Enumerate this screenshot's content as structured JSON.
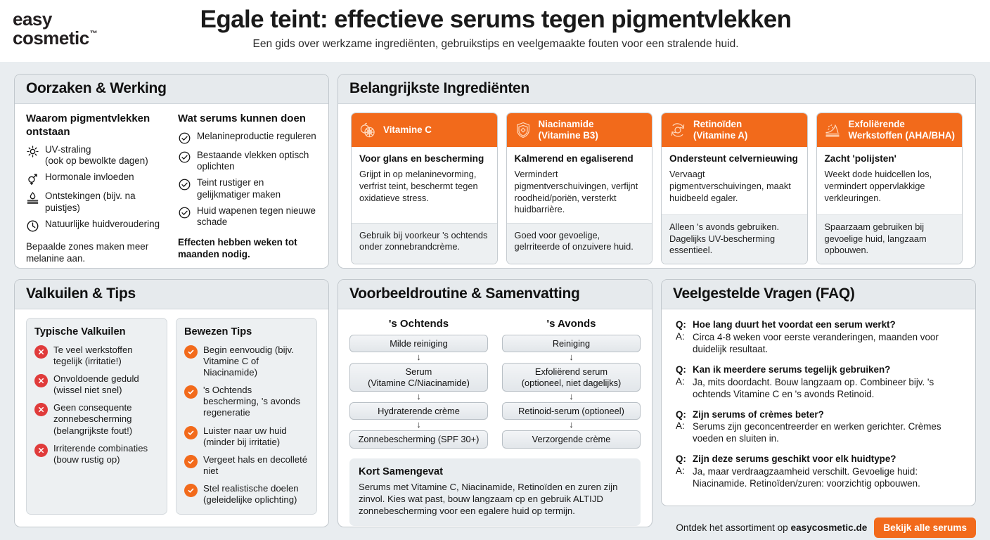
{
  "brand": {
    "line1": "easy",
    "line2": "cosmetic",
    "tm": "™"
  },
  "header": {
    "title": "Egale teint: effectieve serums tegen pigmentvlekken",
    "subtitle": "Een gids over werkzame ingrediënten, gebruikstips en veelgemaakte fouten voor een stralende huid."
  },
  "colors": {
    "accent": "#f26a1b",
    "danger": "#e03b3b",
    "page_bg": "#e9edf0",
    "panel_head": "#e6eaed"
  },
  "causes": {
    "title": "Oorzaken & Werking",
    "left": {
      "heading": "Waarom pigmentvlekken ontstaan",
      "items": [
        {
          "icon": "sun-icon",
          "text": "UV-straling\n(ook op bewolkte dagen)"
        },
        {
          "icon": "hormone-icon",
          "text": "Hormonale invloeden"
        },
        {
          "icon": "inflammation-icon",
          "text": "Ontstekingen (bijv. na puistjes)"
        },
        {
          "icon": "clock-icon",
          "text": "Natuurlijke huidveroudering"
        }
      ],
      "note": "Bepaalde zones maken meer melanine aan."
    },
    "right": {
      "heading": "Wat serums kunnen doen",
      "items": [
        {
          "icon": "check-circle-icon",
          "text": "Melanineproductie reguleren"
        },
        {
          "icon": "check-circle-icon",
          "text": "Bestaande vlekken optisch oplichten"
        },
        {
          "icon": "check-circle-icon",
          "text": "Teint rustiger en gelijkmatiger maken"
        },
        {
          "icon": "check-circle-icon",
          "text": "Huid wapenen tegen nieuwe schade"
        }
      ],
      "note_bold": "Effecten hebben weken tot maanden nodig."
    }
  },
  "ingredients": {
    "title": "Belangrijkste Ingrediënten",
    "cards": [
      {
        "icon": "citrus-icon",
        "name": "Vitamine C",
        "bold": "Voor glans en bescherming",
        "text": "Grijpt in op melaninevorming, verfrist teint, beschermt tegen oxidatieve stress.",
        "footer": "Gebruik bij voorkeur 's ochtends onder zonnebrandcrème."
      },
      {
        "icon": "shield-icon",
        "name": "Niacinamide\n(Vitamine B3)",
        "bold": "Kalmerend en egaliserend",
        "text": "Vermindert pigmentverschuivingen, verfijnt roodheid/poriën, versterkt huidbarrière.",
        "footer": "Goed voor gevoelige, gelrriteerde of onzuivere huid."
      },
      {
        "icon": "renewal-icon",
        "name": "Retinoïden\n(Vitamine A)",
        "bold": "Ondersteunt celvernieuwing",
        "text": "Vervaagt pigmentverschuivingen, maakt huidbeeld egaler.",
        "footer": "Alleen 's avonds gebruiken. Dagelijks UV-bescherming essentieel."
      },
      {
        "icon": "exfoliate-icon",
        "name": "Exfoliërende\nWerkstoffen (AHA/BHA)",
        "bold": "Zacht 'polijsten'",
        "text": "Weekt dode huidcellen los, vermindert oppervlakkige verkleuringen.",
        "footer": "Spaarzaam gebruiken bij gevoelige huid, langzaam opbouwen."
      }
    ]
  },
  "pitfalls": {
    "title": "Valkuilen & Tips",
    "left": {
      "heading": "Typische Valkuilen",
      "items": [
        "Te veel werkstoffen tegelijk (irritatie!)",
        "Onvoldoende geduld (wissel niet snel)",
        "Geen consequente zonnebescherming (belangrijkste fout!)",
        "Irriterende combinaties (bouw rustig op)"
      ]
    },
    "right": {
      "heading": "Bewezen Tips",
      "items": [
        "Begin eenvoudig (bijv. Vitamine C of Niacinamide)",
        "'s Ochtends bescherming, 's avonds regeneratie",
        "Luister naar uw huid (minder bij irritatie)",
        "Vergeet hals en decolleté niet",
        "Stel realistische doelen (geleidelijke oplichting)"
      ]
    }
  },
  "routine": {
    "title": "Voorbeeldroutine & Samenvatting",
    "morning": {
      "heading": "'s Ochtends",
      "steps": [
        "Milde reiniging",
        "Serum\n(Vitamine C/Niacinamide)",
        "Hydraterende crème",
        "Zonnebescherming (SPF 30+)"
      ]
    },
    "evening": {
      "heading": "'s Avonds",
      "steps": [
        "Reiniging",
        "Exfoliërend serum\n(optioneel, niet dagelijks)",
        "Retinoid-serum (optioneel)",
        "Verzorgende crème"
      ]
    },
    "arrow_glyph": "↓",
    "summary": {
      "title": "Kort Samengevat",
      "text": "Serums met Vitamine C, Niacinamide, Retinoïden en zuren zijn zinvol. Kies wat past, bouw langzaam cp en gebruik ALTIJD zonnebescherming voor een egalere huid op termijn."
    }
  },
  "faq": {
    "title": "Veelgestelde Vragen (FAQ)",
    "q_label": "Q:",
    "a_label": "A:",
    "items": [
      {
        "q": "Hoe lang duurt het voordat een serum werkt?",
        "a": "Circa 4-8 weken voor eerste veranderingen, maanden voor duidelijk resultaat."
      },
      {
        "q": "Kan ik meerdere serums tegelijk gebruiken?",
        "a": "Ja, mits doordacht. Bouw langzaam op. Combineer bijv. 's ochtends Vitamine C en 's avonds Retinoid."
      },
      {
        "q": "Zijn serums of crèmes beter?",
        "a": "Serums zijn geconcentreerder en werken gerichter. Crèmes voeden en sluiten in."
      },
      {
        "q": "Zijn deze serums geschikt voor elk huidtype?",
        "a": "Ja, maar verdraagzaamheid verschilt. Gevoelige huid: Niacinamide. Retinoïden/zuren: voorzichtig opbouwen."
      }
    ]
  },
  "cta": {
    "text_plain": "Ontdek het assortiment op ",
    "text_bold": "easycosmetic.de",
    "button": "Bekijk alle serums"
  }
}
